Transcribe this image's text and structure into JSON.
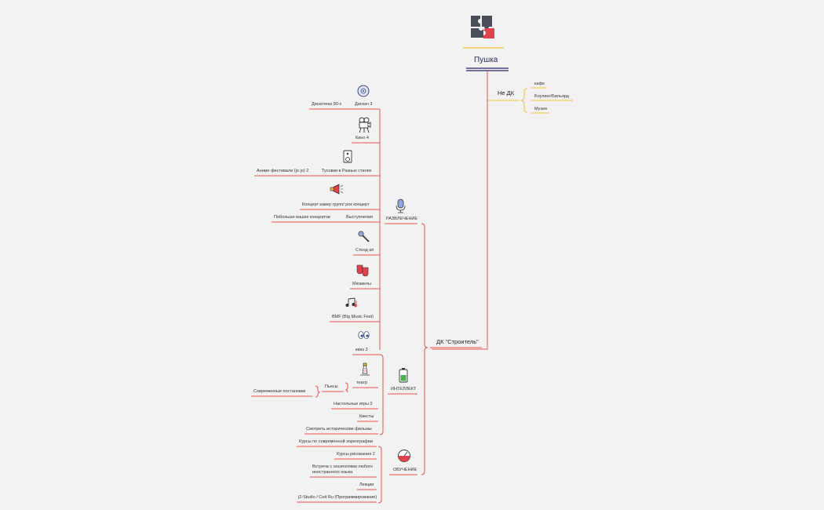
{
  "root": {
    "title": "Пушка",
    "icon": "puzzle-icon"
  },
  "colors": {
    "primary": "#e8544a",
    "secondary": "#f2c23a",
    "root_underline": "#25256b"
  },
  "branches": {
    "ne_dk": {
      "label": "Не ДК",
      "items": [
        "кафе",
        "Боулинг/Бильярд",
        "Музеи"
      ]
    },
    "dk": {
      "label": "ДК \"Строитель\"",
      "entertainment": {
        "label": "РАЗВЛЕЧЕНИЕ",
        "icon": "microphone-icon",
        "items": {
          "disco": "Дискотека 90-х",
          "disco_main": "Дискач 3",
          "cinema": "Кино 4",
          "anime": "Аниме фестивали (jo jo) 2",
          "parties": "Тусовки в Разных стилях",
          "concert": "Концерт кавер групп/ рок концерт",
          "local_concerts": "Побольше ваших концертов",
          "performances": "Выступления",
          "standup": "Стенд ап",
          "musicals": "Мюзиклы",
          "bmf": "BMF (Big Music Fest)",
          "quiz": "квиз 3"
        }
      },
      "intellect": {
        "label": "ИНТЕЛЛЕКТ",
        "icon": "battery-icon",
        "items": {
          "theater": "театр",
          "plays": "Пьесы",
          "modern_plays": "Современные постановки",
          "board_games": "Настольные игры 2",
          "quests": "Квесты",
          "history_films": "Смотреть исторические фильмы"
        }
      },
      "education": {
        "label": "ОБУЧЕНИЕ",
        "icon": "gauge-icon",
        "items": {
          "dance": "Курсы по современной хореографии",
          "drawing": "Курсы рисования 2",
          "native_1": "Встреча с носителями любого",
          "native_2": "иностранного языка",
          "lectures": "Лекции",
          "programming": "j2-Studio / Cod Ru (Программирование)"
        }
      }
    }
  }
}
